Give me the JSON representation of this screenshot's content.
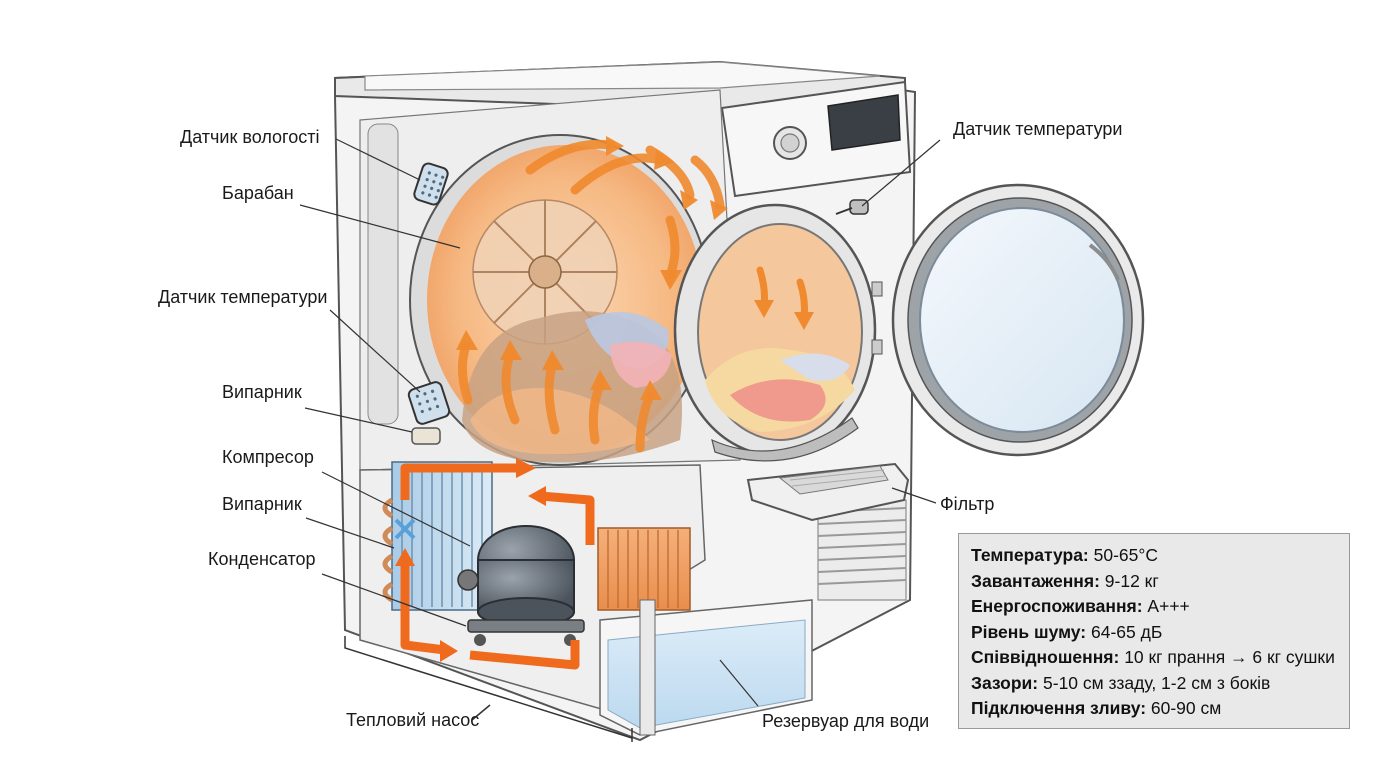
{
  "labels": {
    "humidity_sensor": "Датчик вологості",
    "drum": "Барабан",
    "temp_sensor_left": "Датчик температури",
    "evaporator_top": "Випарник",
    "compressor": "Компресор",
    "evaporator_bottom": "Випарник",
    "condenser": "Конденсатор",
    "heat_pump": "Тепловий насос",
    "temp_sensor_right": "Датчик температури",
    "filter": "Фільтр",
    "water_tank": "Резервуар для води"
  },
  "specs": [
    {
      "key": "Температура:",
      "value": " 50-65°C"
    },
    {
      "key": "Завантаження:",
      "value": " 9-12 кг"
    },
    {
      "key": "Енергоспоживання:",
      "value": " A+++"
    },
    {
      "key": "Рівень шуму:",
      "value": " 64-65 дБ"
    },
    {
      "key": "Співвідношення:",
      "value": " 10 кг прання → 6 кг сушки"
    },
    {
      "key": "Зазори:",
      "value": " 5-10 см ззаду, 1-2 см з боків"
    },
    {
      "key": "Підключення зливу:",
      "value": " 60-90 см"
    }
  ],
  "colors": {
    "airflow": "#f08a2e",
    "refrigerant": "#f06a1e",
    "water": "#cfe6f5",
    "body": "#f2f2f2",
    "outline": "#555555"
  },
  "icons": [
    "humidity-sensor-icon",
    "temperature-sensor-icon",
    "compressor-icon",
    "condenser-icon",
    "evaporator-icon",
    "filter-icon",
    "door-icon"
  ]
}
